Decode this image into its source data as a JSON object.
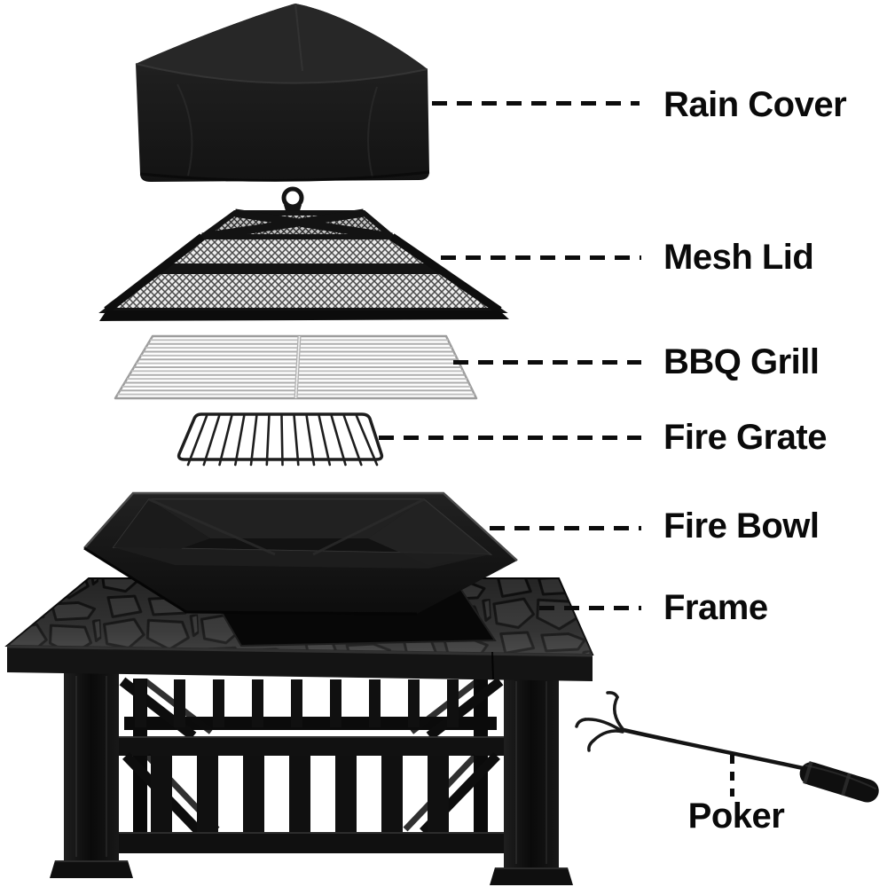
{
  "diagram": {
    "type": "exploded-product-view",
    "product": "square fire pit table",
    "background": "#ffffff"
  },
  "labels": [
    {
      "id": "rain-cover",
      "text": "Rain Cover"
    },
    {
      "id": "mesh-lid",
      "text": "Mesh Lid"
    },
    {
      "id": "bbq-grill",
      "text": "BBQ Grill"
    },
    {
      "id": "fire-grate",
      "text": "Fire Grate"
    },
    {
      "id": "fire-bowl",
      "text": "Fire Bowl"
    },
    {
      "id": "frame",
      "text": "Frame"
    },
    {
      "id": "poker",
      "text": "Poker"
    }
  ],
  "style": {
    "label_color": "#0a0a0a",
    "leader_line_color": "#0c0c0c",
    "product_black": "#161616",
    "grill_silver": "#c0c0c0",
    "mesh_gray": "#e9e9e9",
    "stone_top_gray": "#2b2b2b"
  }
}
